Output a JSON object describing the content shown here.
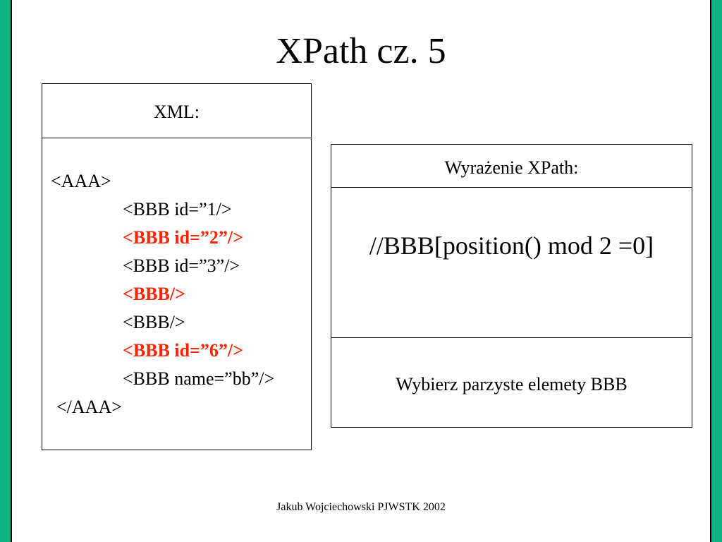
{
  "colors": {
    "edge_bar": "#12b383",
    "highlight": "#ff2200",
    "text": "#000000"
  },
  "slide": {
    "title": "XPath cz. 5"
  },
  "xml_panel": {
    "header": "XML:",
    "lines": [
      {
        "text": "<AAA>",
        "highlighted": false
      },
      {
        "text": "<BBB id=”1/>",
        "highlighted": false
      },
      {
        "text": "<BBB id=”2”/>",
        "highlighted": true
      },
      {
        "text": "<BBB id=”3”/>",
        "highlighted": false
      },
      {
        "text": "<BBB/>",
        "highlighted": true
      },
      {
        "text": "<BBB/>",
        "highlighted": false
      },
      {
        "text": "<BBB id=”6”/>",
        "highlighted": true
      },
      {
        "text": "<BBB name=”bb”/>",
        "highlighted": false
      },
      {
        "text": "</AAA>",
        "highlighted": false
      }
    ]
  },
  "xpath_panel": {
    "header": "Wyrażenie XPath:",
    "expression": "//BBB[position() mod 2 =0]",
    "description": "Wybierz parzyste elemety BBB"
  },
  "footer": {
    "author": "Jakub Wojciechowski PJWSTK 2002"
  }
}
